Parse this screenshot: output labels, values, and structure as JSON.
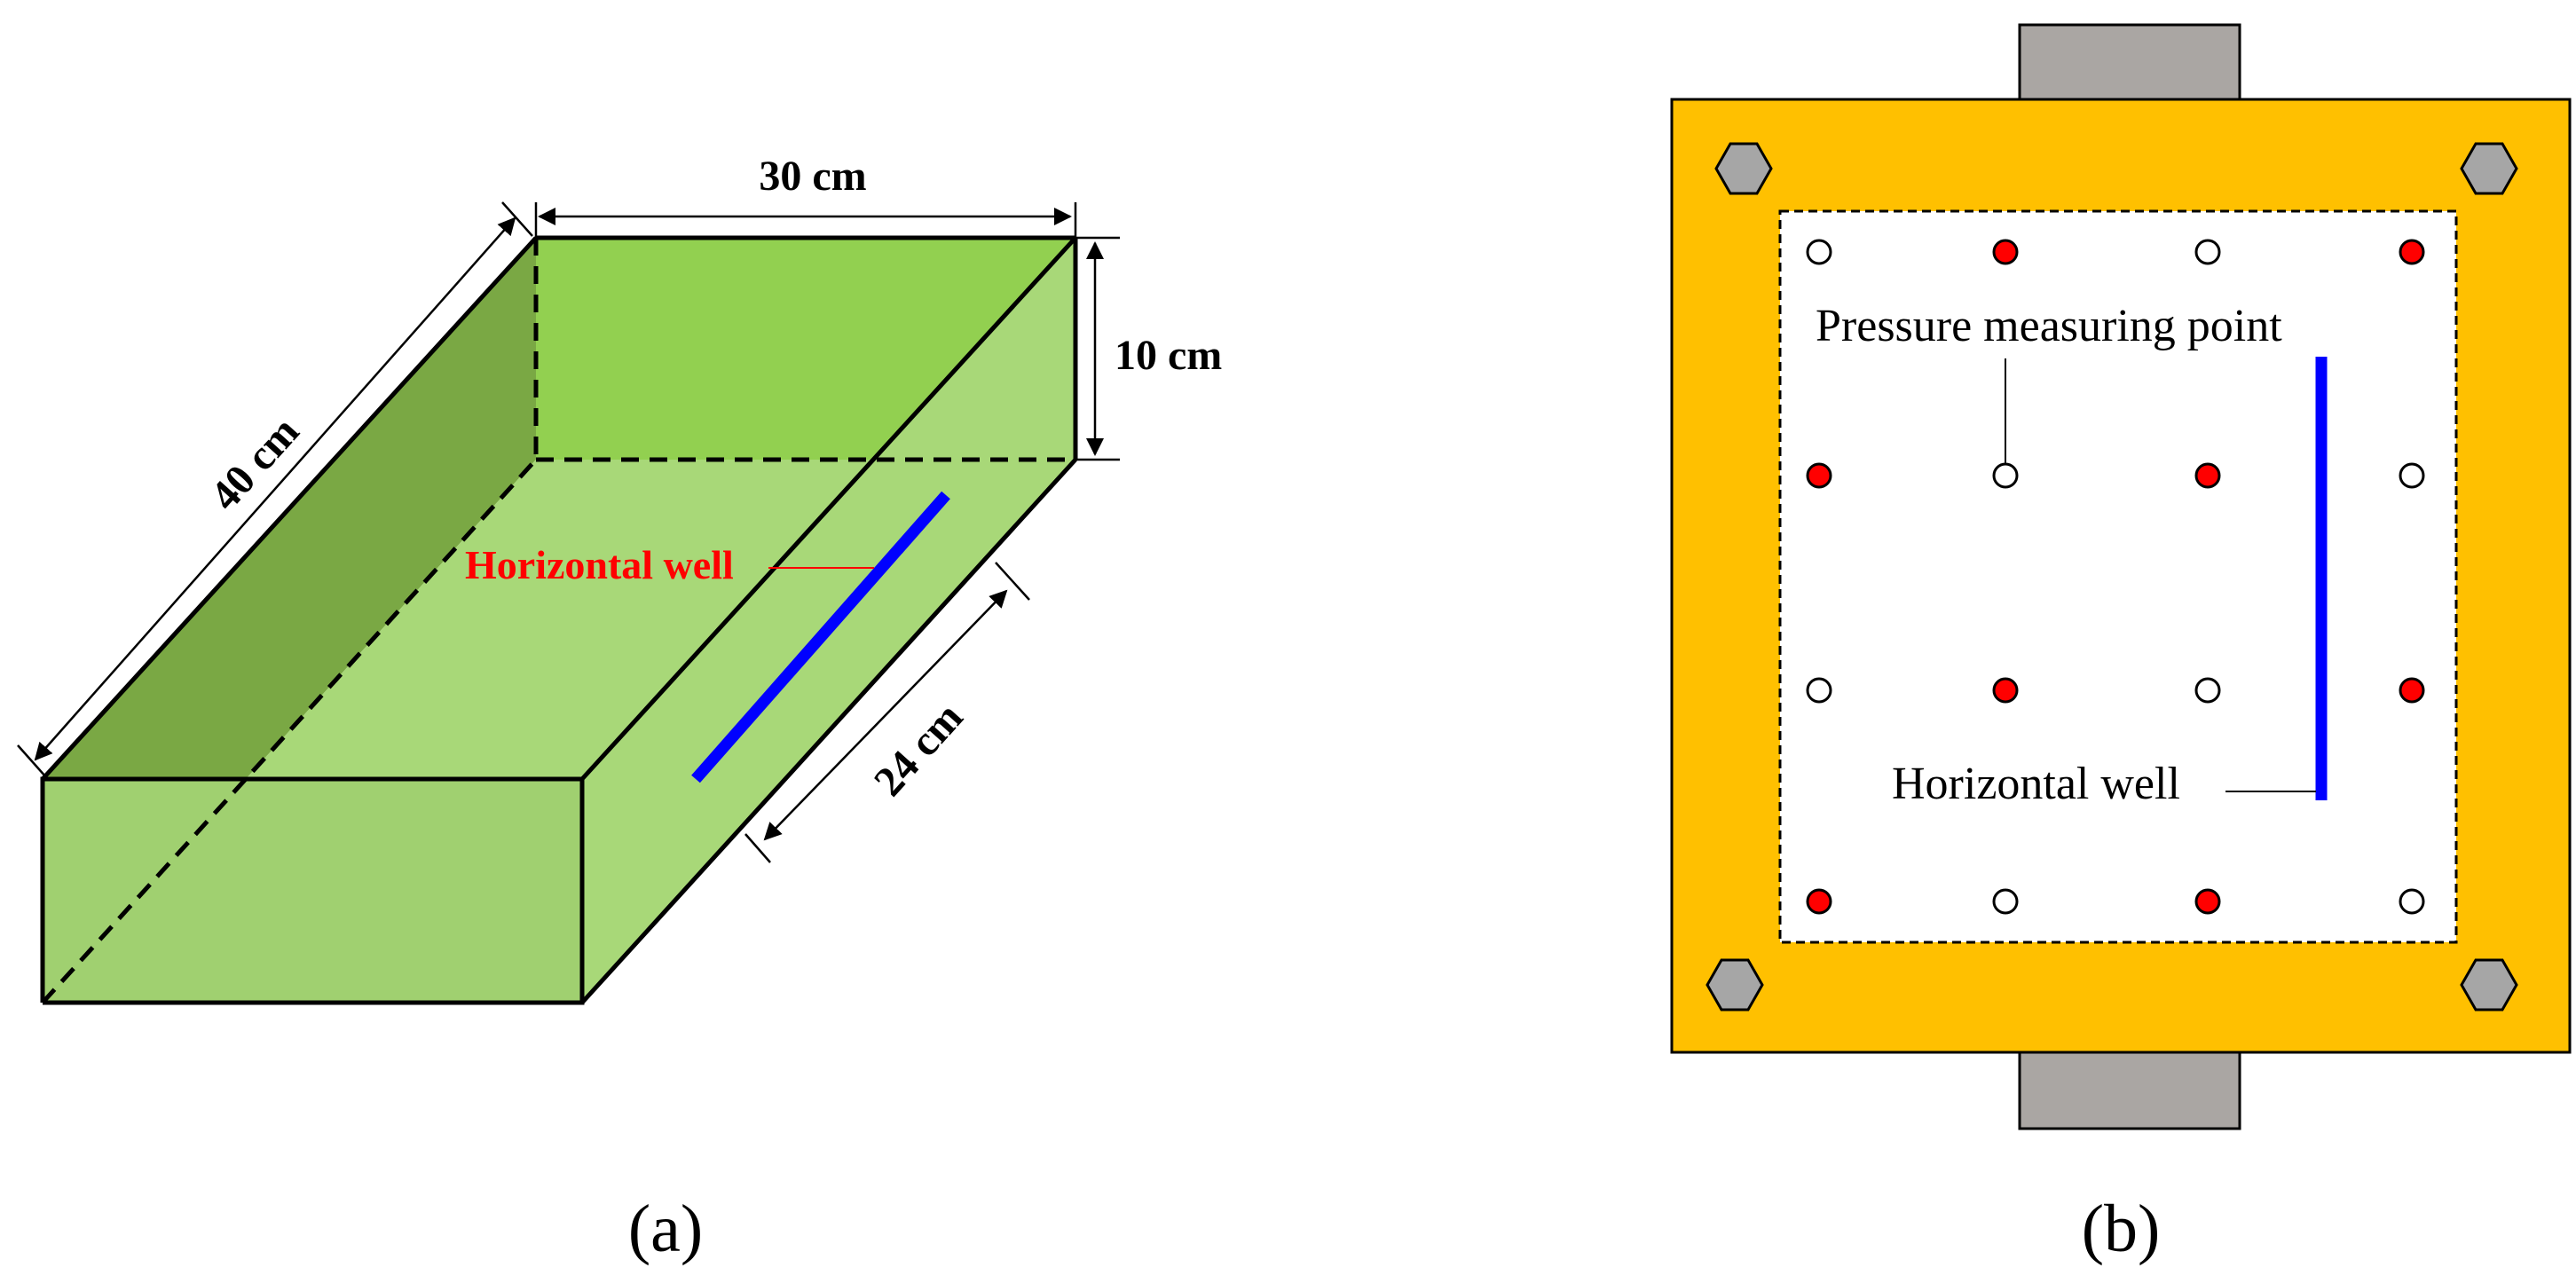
{
  "panel_a": {
    "caption": "(a)",
    "dimensions": {
      "width_label": "30 cm",
      "height_label": "10 cm",
      "length_label": "40 cm",
      "well_length_label": "24 cm"
    },
    "well_label": "Horizontal well",
    "colors": {
      "left_face": "#7aa844",
      "top_back_face": "#92d050",
      "bottom_face": "#a8d878",
      "front_face": "#a8d878",
      "right_face": "#a8d878",
      "well": "#0000ff",
      "well_label": "#ff0000"
    }
  },
  "panel_b": {
    "caption": "(b)",
    "pressure_label": "Pressure measuring point",
    "well_label": "Horizontal well",
    "grid": [
      [
        "white",
        "red",
        "white",
        "red"
      ],
      [
        "red",
        "white",
        "red",
        "white"
      ],
      [
        "white",
        "red",
        "white",
        "red"
      ],
      [
        "red",
        "white",
        "red",
        "white"
      ]
    ],
    "colors": {
      "frame": "#ffc000",
      "bolt": "#a6a6a6",
      "clamp": "#aaa6a3",
      "measuring_point_red": "#ff0000",
      "measuring_point_white": "#ffffff",
      "well": "#0000ff"
    }
  }
}
